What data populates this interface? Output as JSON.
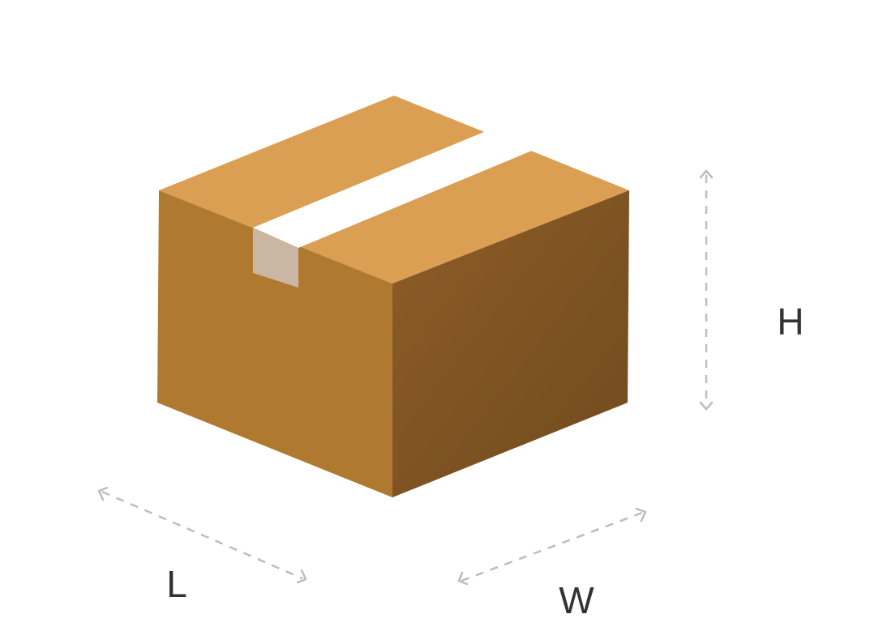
{
  "colors": {
    "box_top": "#DB9F53",
    "box_front": "#AF7A30",
    "box_side_light": "#8D5D27",
    "box_side_dark": "#714A1E",
    "tape_top": "#FFFFFF",
    "tape_front": "#CBB6A3",
    "dimension_line": "#BDBDBD",
    "label_text": "#333333"
  },
  "dimensions": {
    "height_label": "H",
    "length_label": "L",
    "width_label": "W"
  }
}
